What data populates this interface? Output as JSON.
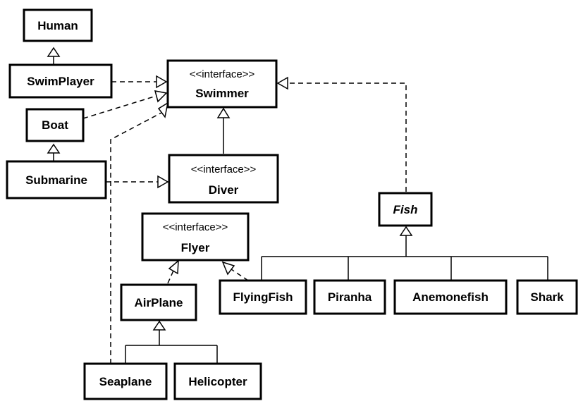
{
  "stereotype": "<<interface>>",
  "classes": {
    "human": "Human",
    "swimplayer": "SwimPlayer",
    "boat": "Boat",
    "submarine": "Submarine",
    "swimmer": "Swimmer",
    "diver": "Diver",
    "fish": "Fish",
    "flyer": "Flyer",
    "airplane": "AirPlane",
    "flyingfish": "FlyingFish",
    "piranha": "Piranha",
    "anemonefish": "Anemonefish",
    "shark": "Shark",
    "seaplane": "Seaplane",
    "helicopter": "Helicopter"
  }
}
